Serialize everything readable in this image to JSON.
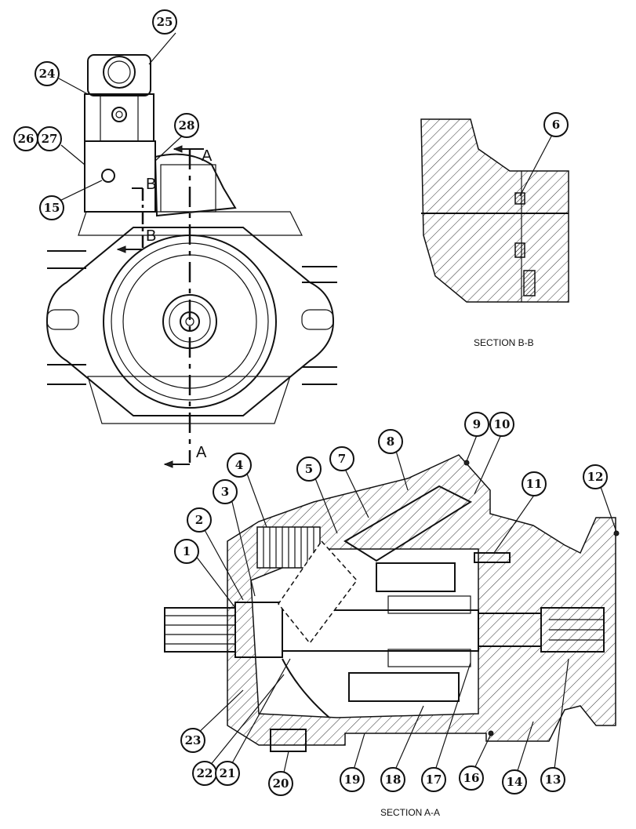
{
  "captions": {
    "section_bb": "SECTION B-B",
    "section_aa": "SECTION A-A"
  },
  "section_letters": {
    "a_top": "A",
    "a_bottom": "A",
    "b_upper": "B",
    "b_lower": "B"
  },
  "callouts": {
    "c1": "1",
    "c2": "2",
    "c3": "3",
    "c4": "4",
    "c5": "5",
    "c6": "6",
    "c7": "7",
    "c8": "8",
    "c9": "9",
    "c10": "10",
    "c11": "11",
    "c12": "12",
    "c13": "13",
    "c14": "14",
    "c15": "15",
    "c16": "16",
    "c17": "17",
    "c18": "18",
    "c19": "19",
    "c20": "20",
    "c21": "21",
    "c22": "22",
    "c23": "23",
    "c24": "24",
    "c25": "25",
    "c26": "26",
    "c27": "27",
    "c28": "28"
  }
}
